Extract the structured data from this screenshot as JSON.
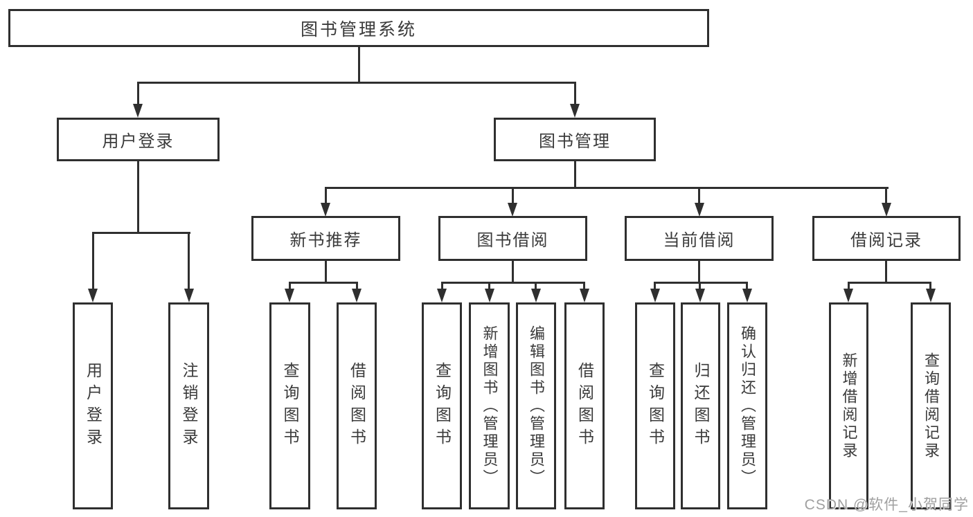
{
  "diagram": {
    "root": {
      "label": "图书管理系统"
    },
    "level2": {
      "user_login": {
        "label": "用户登录"
      },
      "book_mgmt": {
        "label": "图书管理"
      }
    },
    "level3": {
      "new_book_rec": {
        "label": "新书推荐"
      },
      "book_borrow": {
        "label": "图书借阅"
      },
      "current_borrow": {
        "label": "当前借阅"
      },
      "borrow_record": {
        "label": "借阅记录"
      }
    },
    "leaves": {
      "user_login_leaf": {
        "label": "用户登录"
      },
      "logout": {
        "label": "注销登录"
      },
      "query_book_1": {
        "label": "查询图书"
      },
      "borrow_book_1": {
        "label": "借阅图书"
      },
      "query_book_2": {
        "label": "查询图书"
      },
      "add_book": {
        "label": "新增图书（管理员）"
      },
      "edit_book": {
        "label": "编辑图书（管理员）"
      },
      "borrow_book_2": {
        "label": "借阅图书"
      },
      "query_book_3": {
        "label": "查询图书"
      },
      "return_book": {
        "label": "归还图书"
      },
      "confirm_return": {
        "label": "确认归还（管理员）"
      },
      "add_borrow_record": {
        "label": "新增借阅记录"
      },
      "query_borrow_record": {
        "label": "查询借阅记录"
      }
    }
  },
  "watermark": {
    "text": "CSDN @软件_小贺同学"
  },
  "colors": {
    "line": "#2f2f2f",
    "text": "#3a3a3a",
    "watermark": "#a0a0a0",
    "background": "#ffffff"
  }
}
